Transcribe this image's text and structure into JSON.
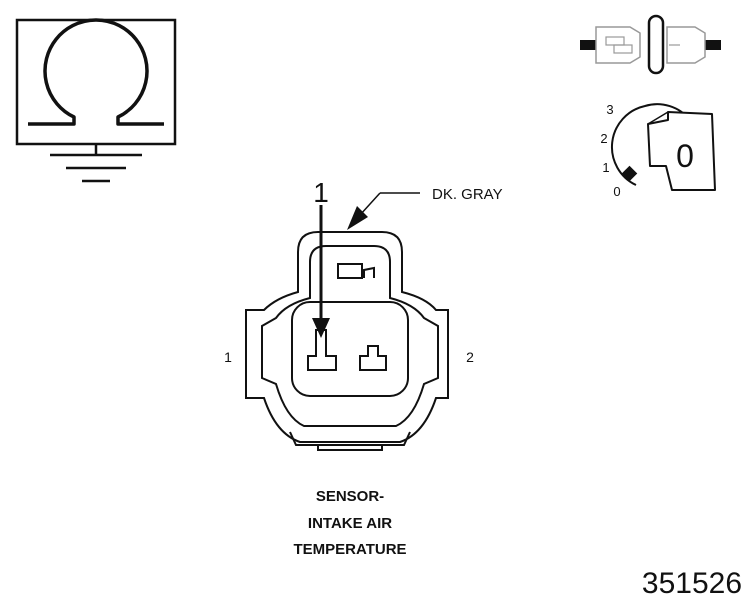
{
  "ohmmeter": {
    "symbol": "Ω"
  },
  "ignition": {
    "positions": [
      "3",
      "2",
      "1",
      "0"
    ],
    "key_position": "0"
  },
  "connector": {
    "wire_color": "DK. GRAY",
    "probe_terminal": "1",
    "side_left": "1",
    "side_right": "2"
  },
  "caption": {
    "line1": "SENSOR-",
    "line2": "INTAKE AIR",
    "line3": "TEMPERATURE"
  },
  "figure_number": "351526"
}
